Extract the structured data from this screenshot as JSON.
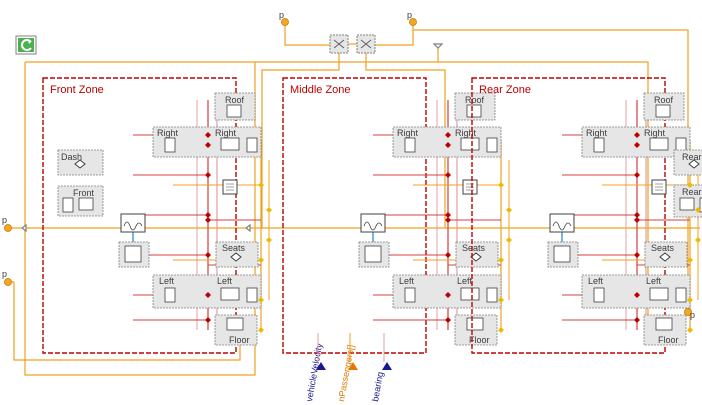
{
  "zones": [
    {
      "id": "front",
      "title": "Front Zone"
    },
    {
      "id": "middle",
      "title": "Middle Zone"
    },
    {
      "id": "rear",
      "title": "Rear Zone"
    }
  ],
  "block_labels": {
    "roof": "Roof",
    "right": "Right",
    "dash": "Dash",
    "front": "Front",
    "rear": "Rear",
    "seats": "Seats",
    "left": "Left",
    "floor": "Floor"
  },
  "ports": {
    "p": "p"
  },
  "signals": [
    {
      "label": "vehicleVelocity",
      "color": "#1a1a8c"
    },
    {
      "label": "nPassengers[]",
      "color": "#e07b00"
    },
    {
      "label": "bearing",
      "color": "#1a1a8c"
    }
  ],
  "colors": {
    "zone_border": "#c00000",
    "heat_wire": "#f0a020",
    "air_wire": "#d04040",
    "pink_wire": "#e0a0a0",
    "blue_wire": "#2080d0",
    "block_fill": "#e6e6e6",
    "block_border": "#808080",
    "junction_red": "#c00000",
    "junction_yellow": "#f0b800"
  },
  "icons": {
    "app": "refresh-icon"
  }
}
